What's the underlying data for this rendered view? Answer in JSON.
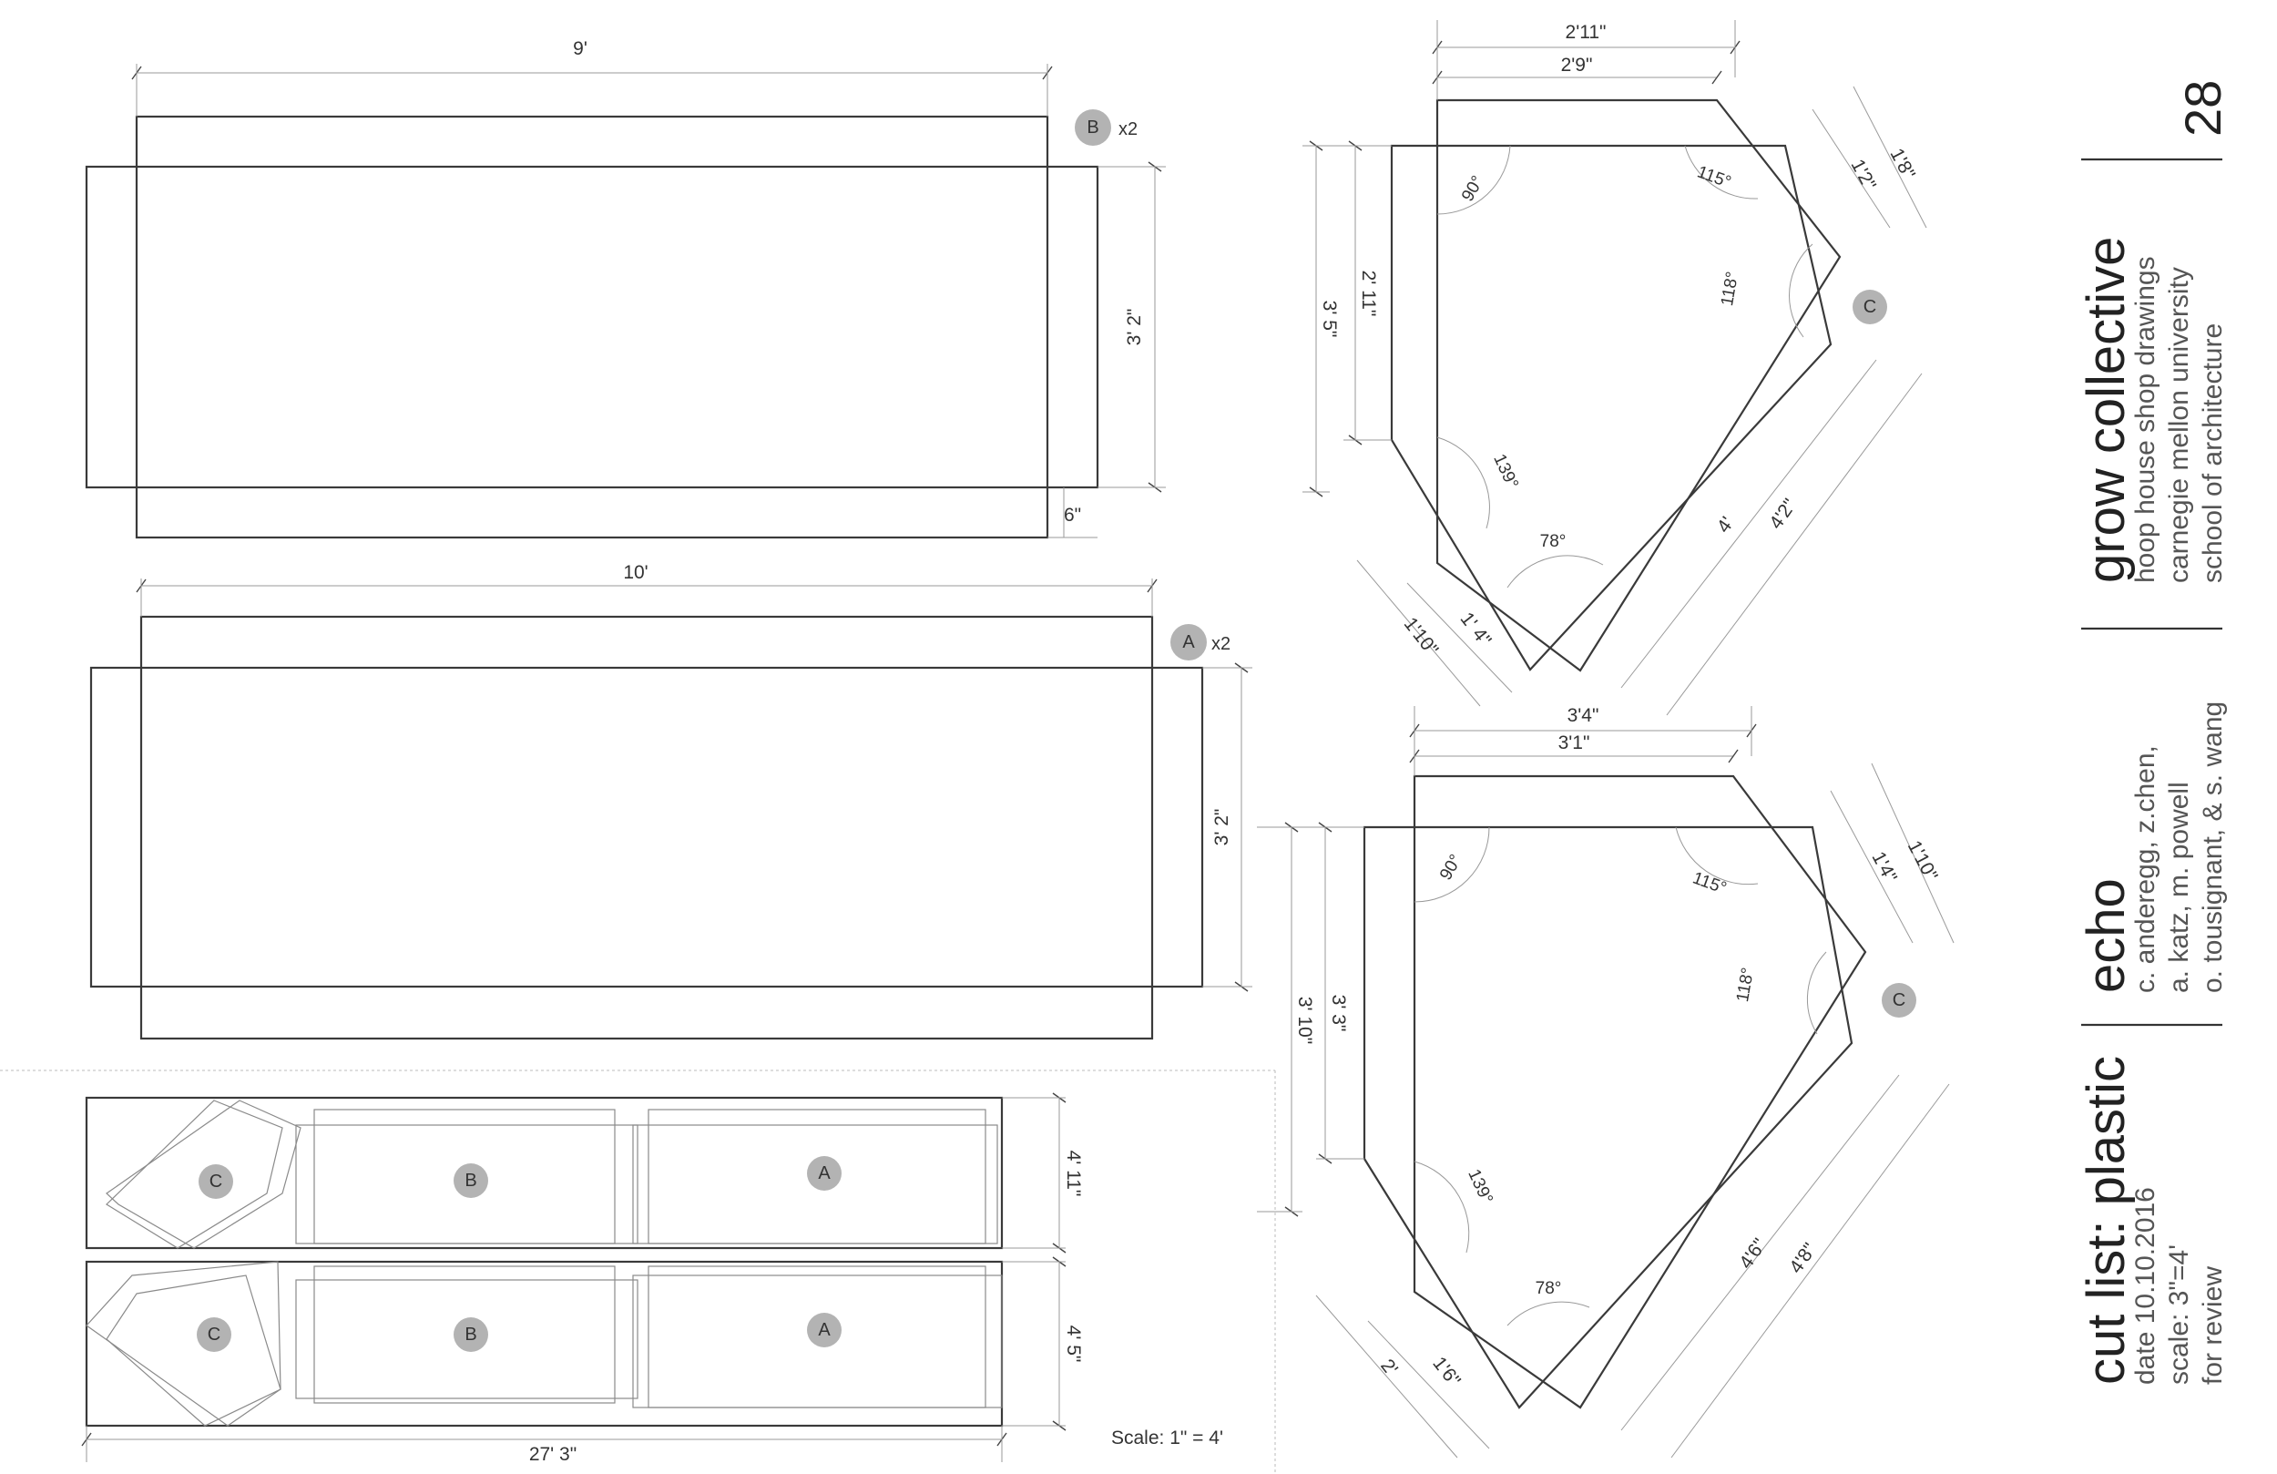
{
  "pieces": {
    "b": {
      "label": "B",
      "qty": "x2",
      "width": "9'",
      "height": "3' 2\"",
      "flap": "6\""
    },
    "a": {
      "label": "A",
      "qty": "x2",
      "width": "10'",
      "height": "3' 2\""
    },
    "c1": {
      "label": "C",
      "top_outer": "2'11\"",
      "top_inner": "2'9\"",
      "right_outer": "1'8\"",
      "right_inner": "1'2\"",
      "left_outer": "3' 5\"",
      "left_inner": "2' 11\"",
      "bottom_left_outer": "1'10\"",
      "bottom_left_inner": "1' 4\"",
      "bottom_right_inner": "4'",
      "bottom_right_outer": "4'2\"",
      "angles": [
        "90°",
        "115°",
        "118°",
        "139°",
        "78°"
      ]
    },
    "c2": {
      "label": "C",
      "top_outer": "3'4\"",
      "top_inner": "3'1\"",
      "right_outer": "1'10\"",
      "right_inner": "1'4\"",
      "left_outer": "3' 10\"",
      "left_inner": "3' 3\"",
      "bottom_left_outer": "2'",
      "bottom_left_inner": "1'6\"",
      "bottom_right_inner": "4'6\"",
      "bottom_right_outer": "4'8\"",
      "angles": [
        "90°",
        "115°",
        "118°",
        "139°",
        "78°"
      ]
    }
  },
  "layout": {
    "sheet1_height": "4' 11\"",
    "sheet2_height": "4' 5\"",
    "total_length": "27' 3\"",
    "labels": [
      "C",
      "B",
      "A",
      "C",
      "B",
      "A"
    ],
    "scale_note": "Scale: 1\" = 4'"
  },
  "titleblock": {
    "title": "cut list: plastic",
    "meta": [
      "date 10.10.2016",
      "scale: 3\"=4'",
      "for review"
    ],
    "project": "echo",
    "authors": [
      "c. anderegg, z.chen,",
      "a. katz, m. powell",
      "o. tousignant, & s. wang"
    ],
    "org": "grow collective",
    "org_lines": [
      "hoop house shop drawings",
      "carnegie mellon university",
      "school of architecture"
    ],
    "page": "28"
  }
}
